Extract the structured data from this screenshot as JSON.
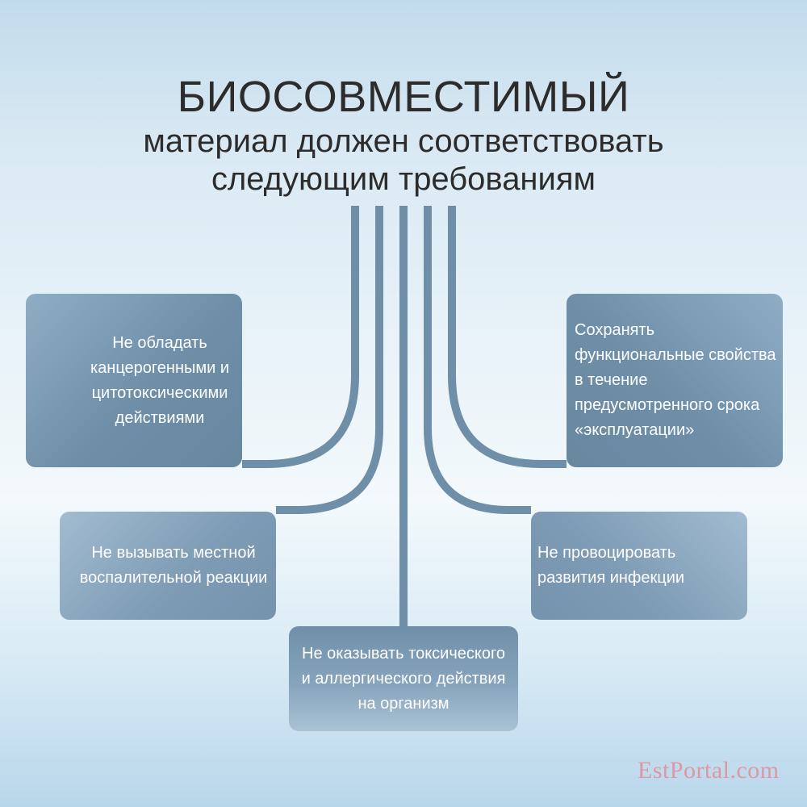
{
  "title": {
    "main": "БИОСОВМЕСТИМЫЙ",
    "line1": "материал должен соответствовать",
    "line2": "следующим требованиям"
  },
  "requirements": {
    "left_top": [
      "Не обладать",
      "канцерогенными и",
      "цитотоксическими",
      "действиями"
    ],
    "right_top": [
      "Сохранять",
      "функциональные свойства",
      "в течение",
      "предусмотренного срока",
      "«эксплуатации»"
    ],
    "left_mid": [
      "Не вызывать местной",
      "воспалительной реакции"
    ],
    "right_mid": [
      "Не провоцировать",
      "развития инфекции"
    ],
    "bottom": [
      "Не оказывать токсического",
      "и аллергического действия",
      "на организм"
    ]
  },
  "watermark": "EstPortal.com",
  "colors": {
    "connector": "#6f8fa9",
    "box_dark": "#6f8fa9",
    "box_light": "#a2bcd1",
    "title_text": "#2c2c2c",
    "box_text": "#ffffff"
  }
}
